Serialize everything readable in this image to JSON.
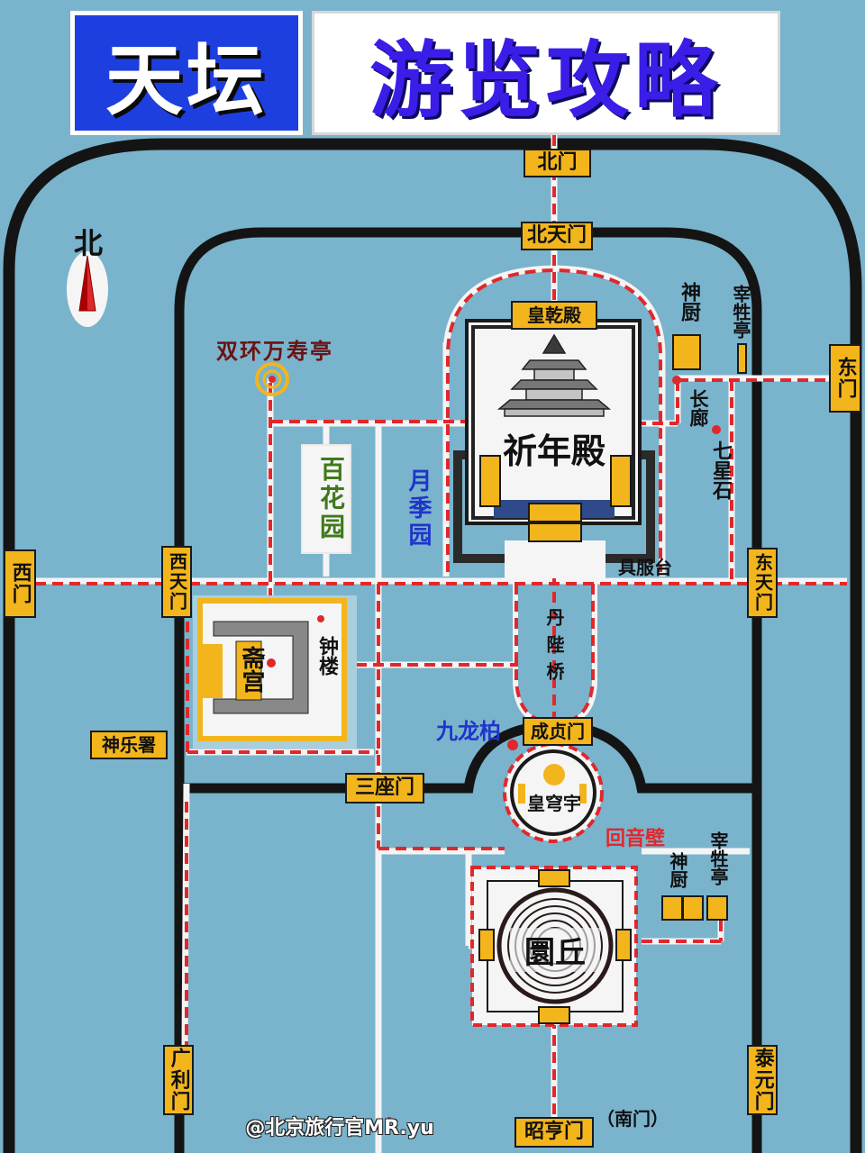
{
  "title": {
    "left": "天坛",
    "right": "游览攻略"
  },
  "compass": {
    "label": "北"
  },
  "gates": {
    "north": "北门",
    "north_inner": "北天门",
    "east": "东门",
    "east_inner": "东天门",
    "west": "西门",
    "west_inner": "西天门",
    "shenyueshu": "神乐署",
    "sanzuomen": "三座门",
    "chengzhen": "成贞门",
    "guangli": "广利门",
    "taiyuan": "泰元门",
    "zhaoheng": "昭亨门",
    "south_note": "（南门）"
  },
  "places": {
    "huangqiandian": "皇乾殿",
    "qiniandian": "祈年殿",
    "shenchu": "神厨",
    "zaishengting": "宰牲亭",
    "changlang": "长廊",
    "qixingshi": "七星石",
    "shuanghuan": "双环万寿亭",
    "baihuayuan": "百花园",
    "yuejiyuan": "月季园",
    "jufutai": "具服台",
    "danbiqiao": "丹陛桥",
    "zhaigong": "斋宫",
    "zhonglou": "钟楼",
    "jiulongbai": "九龙柏",
    "huangqiongyu": "皇穹宇",
    "huiyinbi": "回音壁",
    "shenchu2": "神厨",
    "zaishengting2": "宰牲亭",
    "yuanqiu": "圜丘"
  },
  "watermark": "@北京旅行官MR.yu",
  "colors": {
    "background": "#7ab3cc",
    "gate": "#f3b51c",
    "route": "#e0282c",
    "path": "#ffffff",
    "wall": "#1a1a1a"
  }
}
